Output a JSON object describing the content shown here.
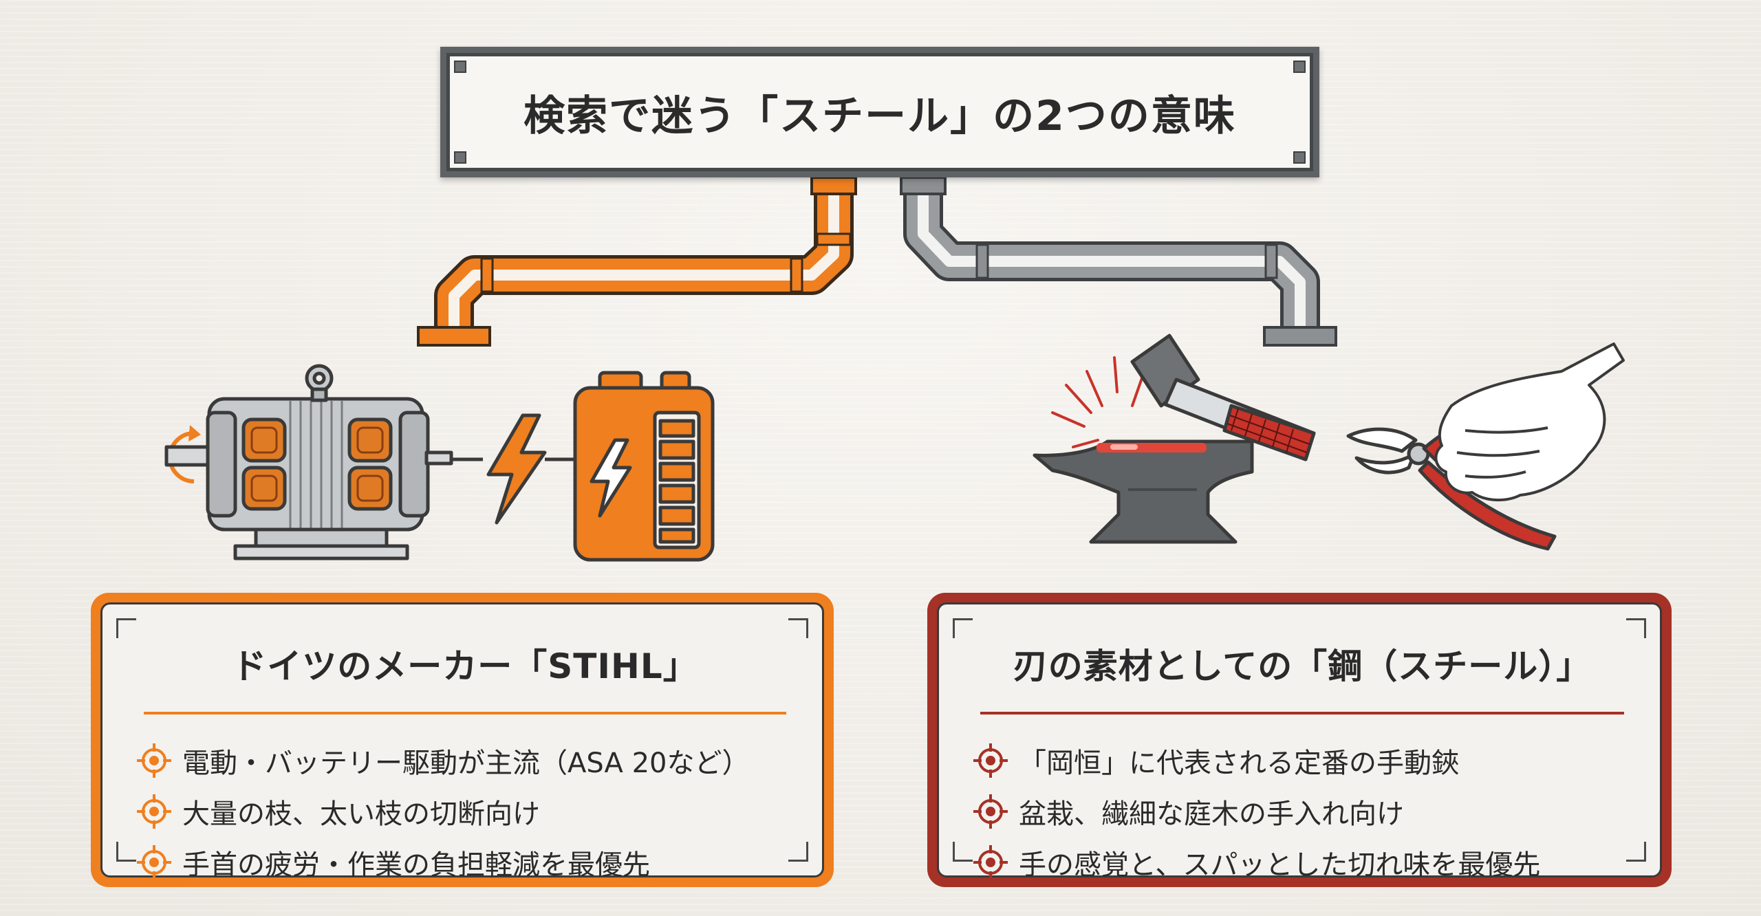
{
  "title": "検索で迷う「スチール」の2つの意味",
  "colors": {
    "orange": "#ef7f1f",
    "red": "#a53127",
    "steel_gray": "#6f7275",
    "background": "#efece7"
  },
  "left": {
    "heading": "ドイツのメーカー「STIHL」",
    "illustration_icons": [
      "electric-motor-icon",
      "lightning-bolt-icon",
      "battery-icon"
    ],
    "items": [
      "電動・バッテリー駆動が主流（ASA 20など）",
      "大量の枝、太い枝の切断向け",
      "手首の疲労・作業の負担軽減を最優先"
    ]
  },
  "right": {
    "heading": "刃の素材としての「鋼（スチール）」",
    "illustration_icons": [
      "hammer-icon",
      "anvil-icon",
      "pruning-shears-icon",
      "hand-icon"
    ],
    "items": [
      "「岡恒」に代表される定番の手動鋏",
      "盆栽、繊細な庭木の手入れ向け",
      "手の感覚と、スパッとした切れ味を最優先"
    ]
  }
}
